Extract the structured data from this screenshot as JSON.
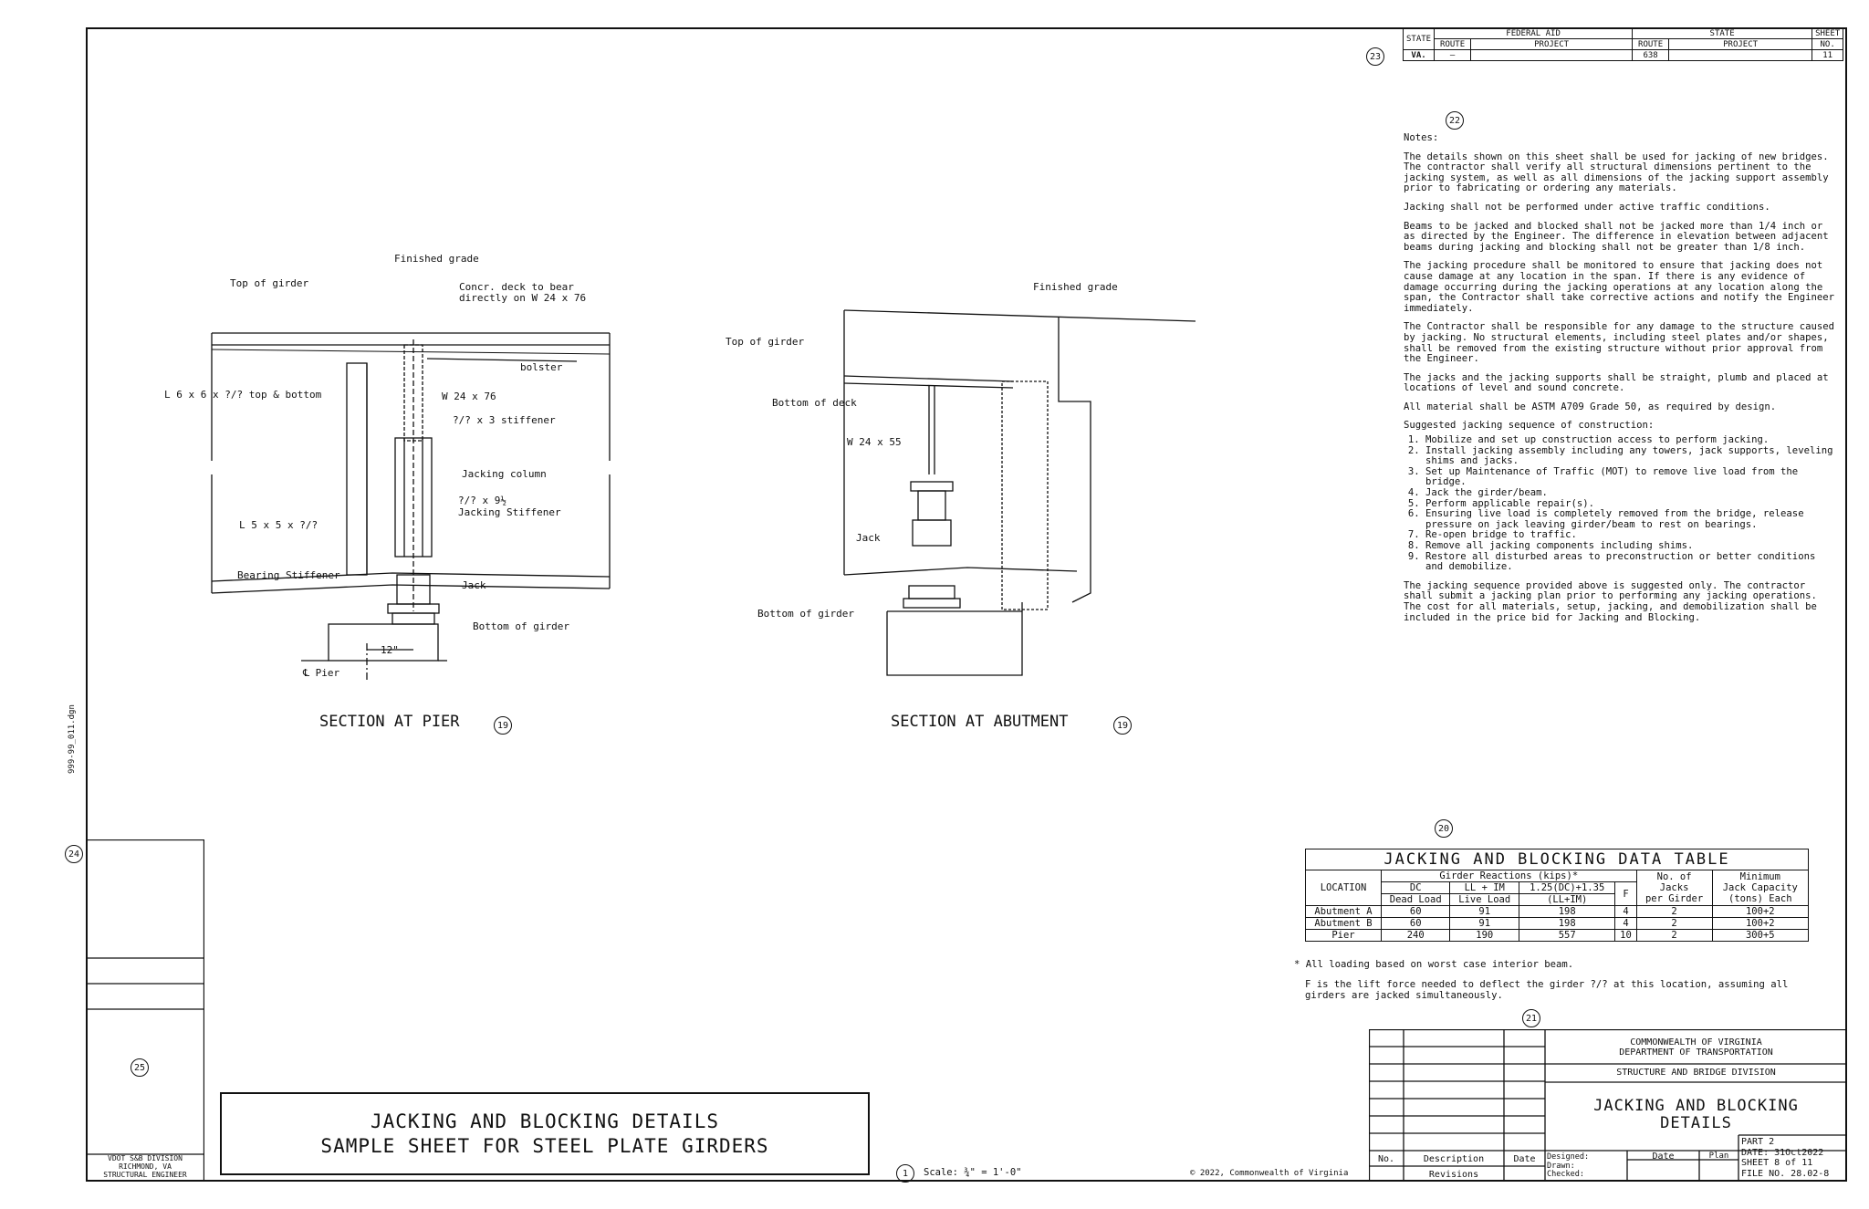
{
  "header_table": {
    "state_label": "STATE",
    "federal_aid_label": "FEDERAL AID",
    "state_group_label": "STATE",
    "sheet_label": "SHEET",
    "no_label": "NO.",
    "route_label": "ROUTE",
    "project_label": "PROJECT",
    "state_value": "VA.",
    "fed_route_value": "—",
    "state_route_value": "638",
    "sheet_no_value": "11"
  },
  "callouts": {
    "c23": "23",
    "c22": "22",
    "c19a": "19",
    "c19b": "19",
    "c24": "24",
    "c25": "25",
    "c20": "20",
    "c21": "21",
    "c1": "1"
  },
  "notes": {
    "heading": "Notes:",
    "paragraphs": [
      "The details shown on this sheet shall be used for jacking of new bridges. The contractor shall verify all structural dimensions pertinent to the jacking system, as well as all dimensions of the jacking support assembly prior to fabricating or ordering any materials.",
      "Jacking shall not be performed under active traffic conditions.",
      "Beams to be jacked and blocked shall not be jacked more than 1/4 inch or as directed by the Engineer. The difference in elevation between adjacent beams during jacking and blocking shall not be greater than 1/8 inch.",
      "The jacking procedure shall be monitored to ensure that jacking does not cause damage at any location in the span. If there is any evidence of damage occurring during the jacking operations at any location along the span, the Contractor shall take corrective actions and notify the Engineer immediately.",
      "The Contractor shall be responsible for any damage to the structure caused by jacking. No structural elements, including steel plates and/or shapes, shall be removed from the existing structure without prior approval from the Engineer.",
      "The jacks and the jacking supports shall be straight, plumb and placed at locations of level and sound concrete.",
      "All material shall be ASTM A709 Grade 50, as required by design.",
      "Suggested jacking sequence of construction:"
    ],
    "steps": [
      "Mobilize and set up construction access to perform jacking.",
      "Install jacking assembly including any towers, jack supports, leveling shims and jacks.",
      "Set up Maintenance of Traffic (MOT) to remove live load from the bridge.",
      "Jack the girder/beam.",
      "Perform applicable repair(s).",
      "Ensuring live load is completely removed from the bridge, release pressure on jack leaving girder/beam to rest on bearings.",
      "Re-open bridge to traffic.",
      "Remove all jacking components including shims.",
      "Restore all disturbed areas to preconstruction or better conditions and demobilize."
    ],
    "closing": "The jacking sequence provided above is suggested only. The contractor shall submit a jacking plan prior to performing any jacking operations. The cost for all materials, setup, jacking, and demobilization shall be included in the price bid for Jacking and Blocking."
  },
  "section_pier": {
    "title": "SECTION AT PIER",
    "labels": {
      "finished_grade": "Finished grade",
      "top_of_girder": "Top of girder",
      "concrete_deck_1": "Concr. deck to bear",
      "concrete_deck_2": "directly on W 24 x 76",
      "bolster": "bolster",
      "angle_top_bottom": "L 6 x 6 x ?/? top & bottom",
      "w24x76": "W 24 x 76",
      "stiffener": "?/? x 3 stiffener",
      "jacking_column": "Jacking column",
      "jacking_stiffener_1": "?/? x 9½",
      "jacking_stiffener_2": "Jacking Stiffener",
      "angle_5": "L 5 x 5 x ?/?",
      "bearing_stiffener": "Bearing Stiffener",
      "jack": "Jack",
      "bottom_of_girder": "Bottom of girder",
      "dim_12": "12\"",
      "pier_cl": "℄ Pier"
    }
  },
  "section_abutment": {
    "title": "SECTION AT ABUTMENT",
    "labels": {
      "finished_grade": "Finished grade",
      "top_of_girder": "Top of girder",
      "bottom_of_deck": "Bottom of deck",
      "w24x55": "W 24 x 55",
      "jack": "Jack",
      "bottom_of_girder": "Bottom of girder"
    }
  },
  "data_table": {
    "title": "JACKING AND BLOCKING DATA TABLE",
    "group_header": "Girder Reactions (kips)*",
    "headers": {
      "location": "LOCATION",
      "dc_1": "DC",
      "dc_2": "Dead Load",
      "ll_1": "LL + IM",
      "ll_2": "Live Load",
      "combo_1": "1.25(DC)+1.35",
      "combo_2": "(LL+IM)",
      "fl": "F",
      "jacks_1": "No. of",
      "jacks_2": "Jacks",
      "jacks_3": "per Girder",
      "cap_1": "Minimum",
      "cap_2": "Jack Capacity",
      "cap_3": "(tons) Each"
    },
    "rows": [
      {
        "location": "Abutment A",
        "dc": "60",
        "ll": "91",
        "combo": "198",
        "fl": "4",
        "jacks": "2",
        "capacity": "100+2"
      },
      {
        "location": "Abutment B",
        "dc": "60",
        "ll": "91",
        "combo": "198",
        "fl": "4",
        "jacks": "2",
        "capacity": "100+2"
      },
      {
        "location": "Pier",
        "dc": "240",
        "ll": "190",
        "combo": "557",
        "fl": "10",
        "jacks": "2",
        "capacity": "300+5"
      }
    ],
    "footnote_1": "* All loading based on worst case interior beam.",
    "footnote_2": "F is the lift force needed to deflect the girder ?/? at this location, assuming all girders are jacked simultaneously."
  },
  "title_block": {
    "agency_1": "COMMONWEALTH OF VIRGINIA",
    "agency_2": "DEPARTMENT OF TRANSPORTATION",
    "division": "STRUCTURE AND BRIDGE DIVISION",
    "drawing_title_1": "JACKING AND BLOCKING",
    "drawing_title_2": "DETAILS",
    "col_no": "No.",
    "col_description": "Description",
    "col_date": "Date",
    "revisions_label": "Revisions",
    "designed": "Designed:",
    "drawn": "Drawn:",
    "checked": "Checked:",
    "date_label": "Date",
    "plan_label": "Plan",
    "date_value": "",
    "plan_value": "",
    "part": "PART 2",
    "file_date": "DATE: 31Oct2022",
    "sheet_of": "SHEET 8 of 11",
    "file_no": "FILE NO. 28.02-8"
  },
  "left_block": {
    "filename": "999-99_011.dgn",
    "vdot_1": "VDOT S&B DIVISION",
    "vdot_2": "RICHMOND, VA",
    "vdot_3": "STRUCTURAL ENGINEER"
  },
  "big_title": {
    "line1": "JACKING AND BLOCKING DETAILS",
    "line2": "SAMPLE SHEET FOR STEEL PLATE GIRDERS"
  },
  "scale": "Scale: ¾\" = 1'-0\"",
  "copyright": "© 2022, Commonwealth of Virginia"
}
